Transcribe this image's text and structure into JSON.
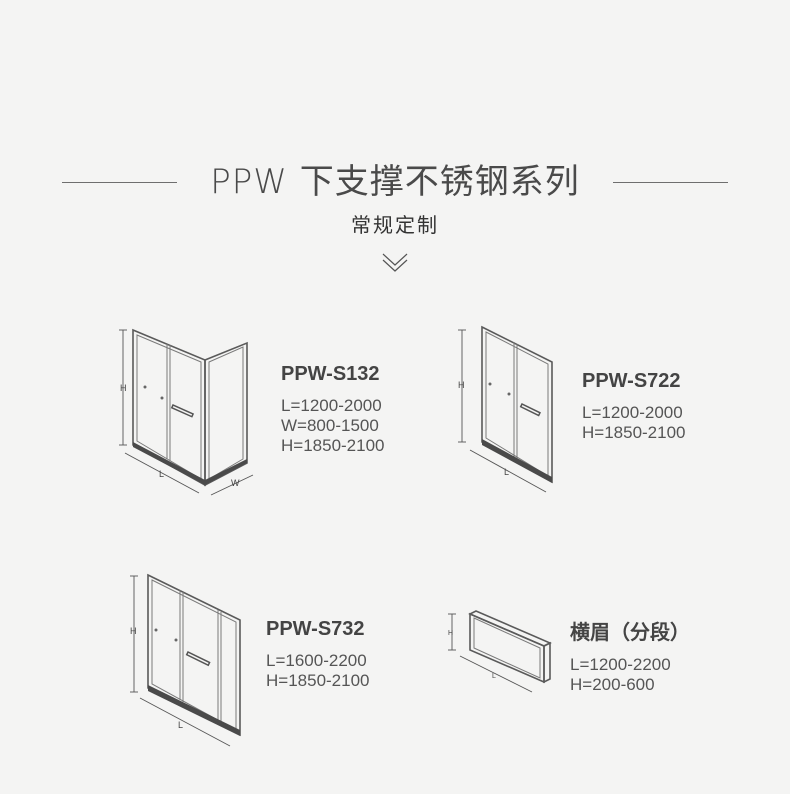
{
  "header": {
    "title": "PPW 下支撑不锈钢系列",
    "subtitle": "常规定制"
  },
  "products": [
    {
      "name": "PPW-S132",
      "specs": [
        "L=1200-2000",
        "W=800-1500",
        "H=1850-2100"
      ]
    },
    {
      "name": "PPW-S722",
      "specs": [
        "L=1200-2000",
        "H=1850-2100"
      ]
    },
    {
      "name": "PPW-S732",
      "specs": [
        "L=1600-2200",
        "H=1850-2100"
      ]
    },
    {
      "name": "横眉（分段）",
      "specs": [
        "L=1200-2200",
        "H=200-600"
      ]
    }
  ],
  "dimension_labels": {
    "height": "H",
    "length": "L",
    "width": "W"
  },
  "colors": {
    "background": "#f4f4f3",
    "line": "#6e6e6e",
    "text": "#4a4a4a"
  }
}
